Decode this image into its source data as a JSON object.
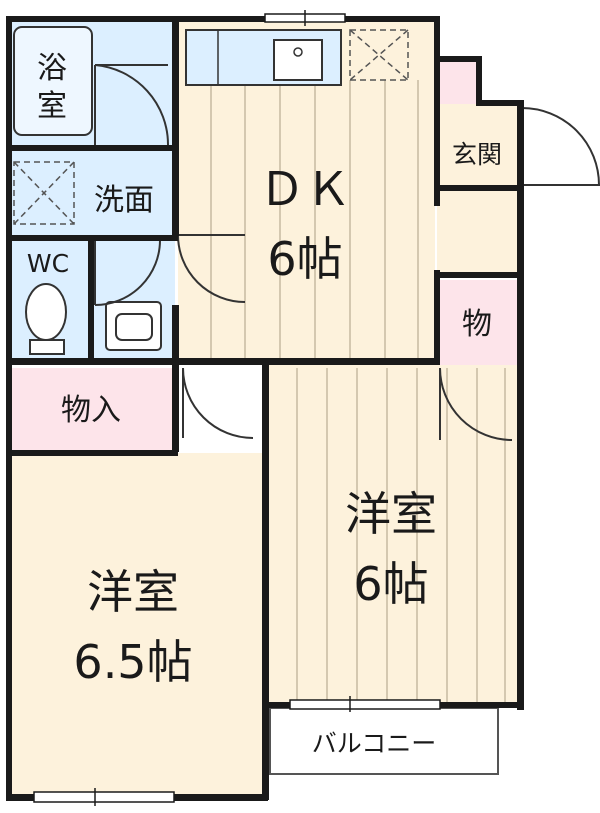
{
  "rooms": {
    "bath": {
      "line1": "浴",
      "line2": "室"
    },
    "washroom": {
      "label": "洗面"
    },
    "toilet": {
      "label": "WC"
    },
    "dk": {
      "line1": "ＤＫ",
      "line2": "6帖"
    },
    "entrance": {
      "label": "玄関"
    },
    "storage_small": {
      "label": "物"
    },
    "storage_closet": {
      "label": "物入"
    },
    "western_a": {
      "line1": "洋室",
      "line2": "6.5帖"
    },
    "western_b": {
      "line1": "洋室",
      "line2": "6帖"
    },
    "balcony": {
      "label": "バルコニー"
    }
  },
  "colors": {
    "wall": "#1a1a1a",
    "wet_area": "#dcefff",
    "flooring": "#fdf2dc",
    "storage": "#fde4ea",
    "board_line": "#b9ac92"
  }
}
